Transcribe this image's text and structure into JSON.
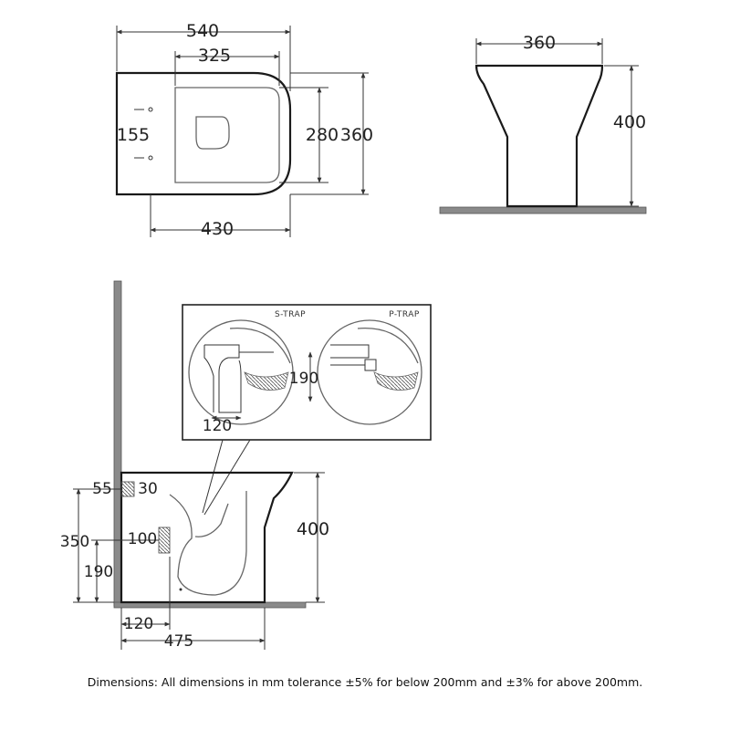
{
  "plan_view": {
    "overall_width": "540",
    "seat_width": "325",
    "fixing_spacing": "155",
    "inner_depth": "280",
    "overall_depth": "360",
    "base_width": "430"
  },
  "front_view": {
    "width": "360",
    "height": "400"
  },
  "detail": {
    "s_trap_label": "S-TRAP",
    "p_trap_label": "P-TRAP",
    "s_trap_dim": "120",
    "p_trap_dim": "190"
  },
  "side_view": {
    "top_offset": "55",
    "inlet_size": "30",
    "inlet_height": "350",
    "outlet_height": "190",
    "outlet_size": "100",
    "overall_height": "400",
    "wall_offset": "120",
    "overall_length": "475"
  },
  "footnote": "Dimensions: All dimensions in mm tolerance ±5% for below 200mm and ±3% for above 200mm."
}
